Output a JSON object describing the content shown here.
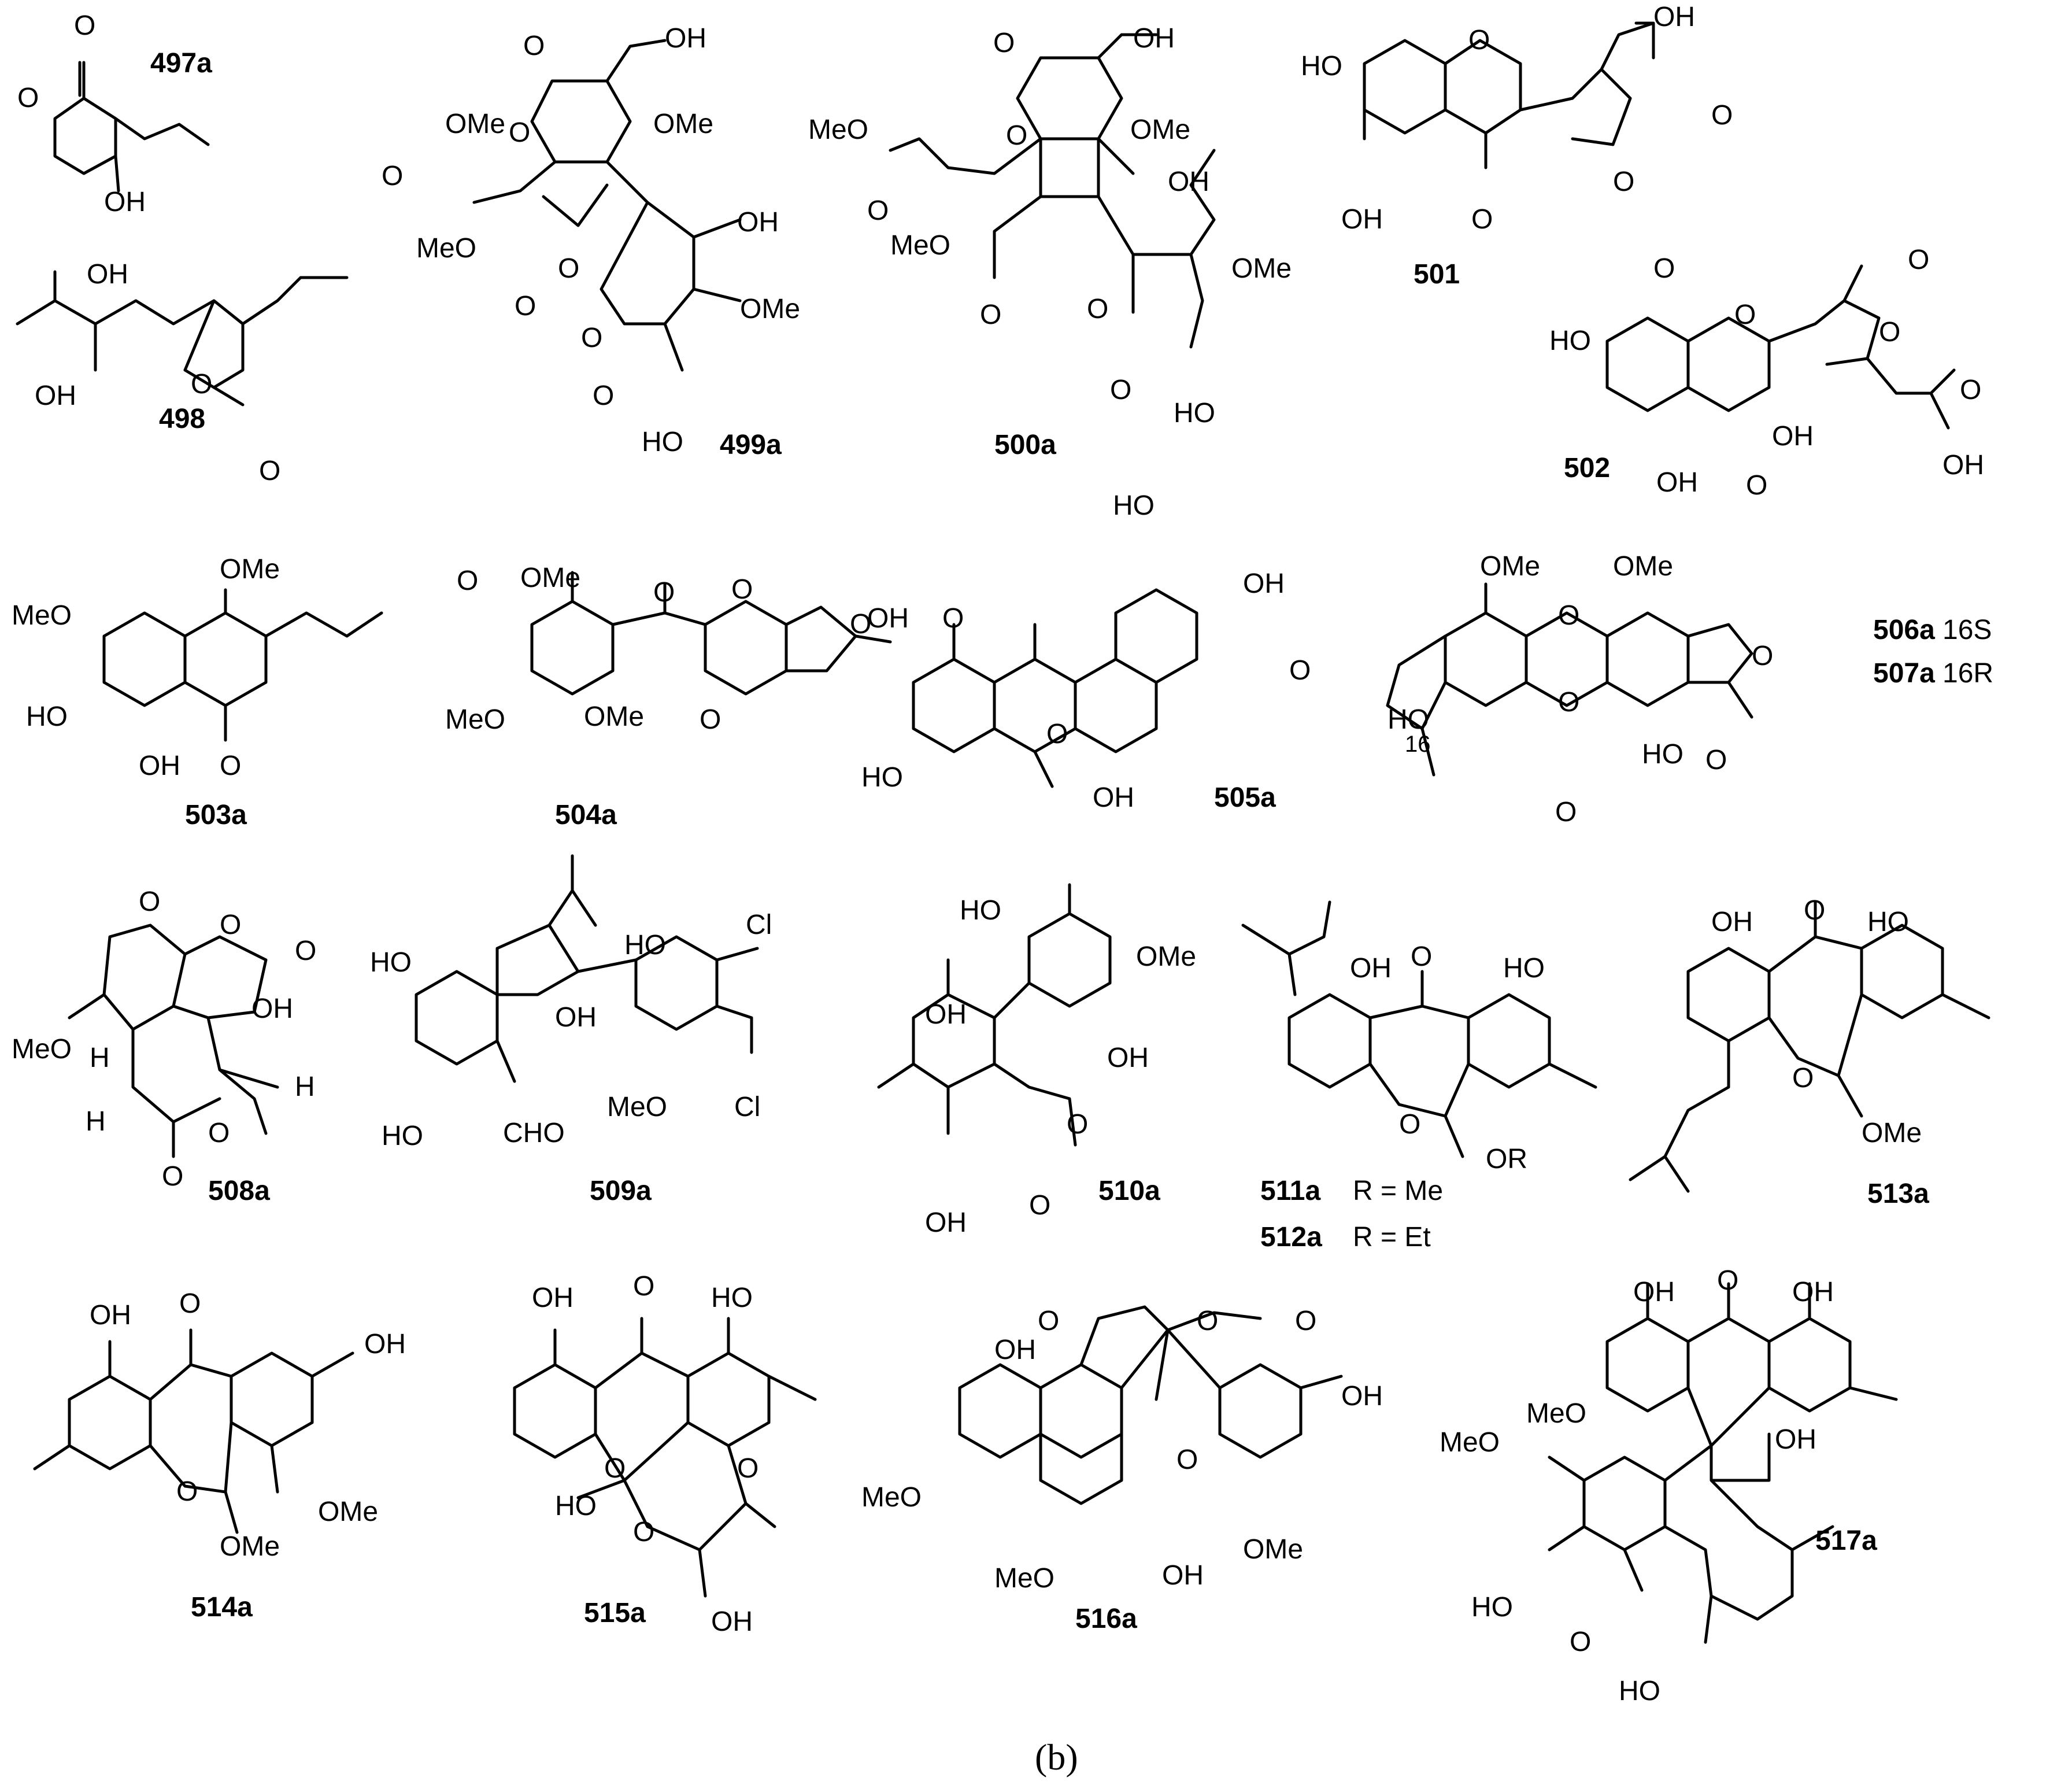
{
  "figure": {
    "panel_label": "(b)",
    "compounds": [
      {
        "id": "497a"
      },
      {
        "id": "498"
      },
      {
        "id": "499a"
      },
      {
        "id": "500a"
      },
      {
        "id": "501"
      },
      {
        "id": "502"
      },
      {
        "id": "503a"
      },
      {
        "id": "504a"
      },
      {
        "id": "505a"
      },
      {
        "id": "506a",
        "note": "16S"
      },
      {
        "id": "507a",
        "note": "16R"
      },
      {
        "id": "508a"
      },
      {
        "id": "509a"
      },
      {
        "id": "510a"
      },
      {
        "id": "511a",
        "note": "R = Me"
      },
      {
        "id": "512a",
        "note": "R = Et"
      },
      {
        "id": "513a"
      },
      {
        "id": "514a"
      },
      {
        "id": "515a"
      },
      {
        "id": "516a"
      },
      {
        "id": "517a"
      }
    ],
    "atoms": {
      "O": "O",
      "OH": "OH",
      "HO": "HO",
      "OMe": "OMe",
      "MeO": "MeO",
      "H": "H",
      "Cl": "Cl",
      "CHO": "CHO",
      "OR": "OR",
      "n16": "16"
    }
  }
}
